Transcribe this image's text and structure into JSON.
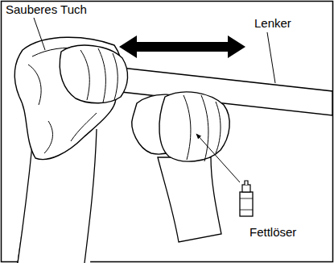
{
  "diagram": {
    "labels": [
      "Sauberes Tuch",
      "Lenker",
      "Fettlöser"
    ]
  }
}
